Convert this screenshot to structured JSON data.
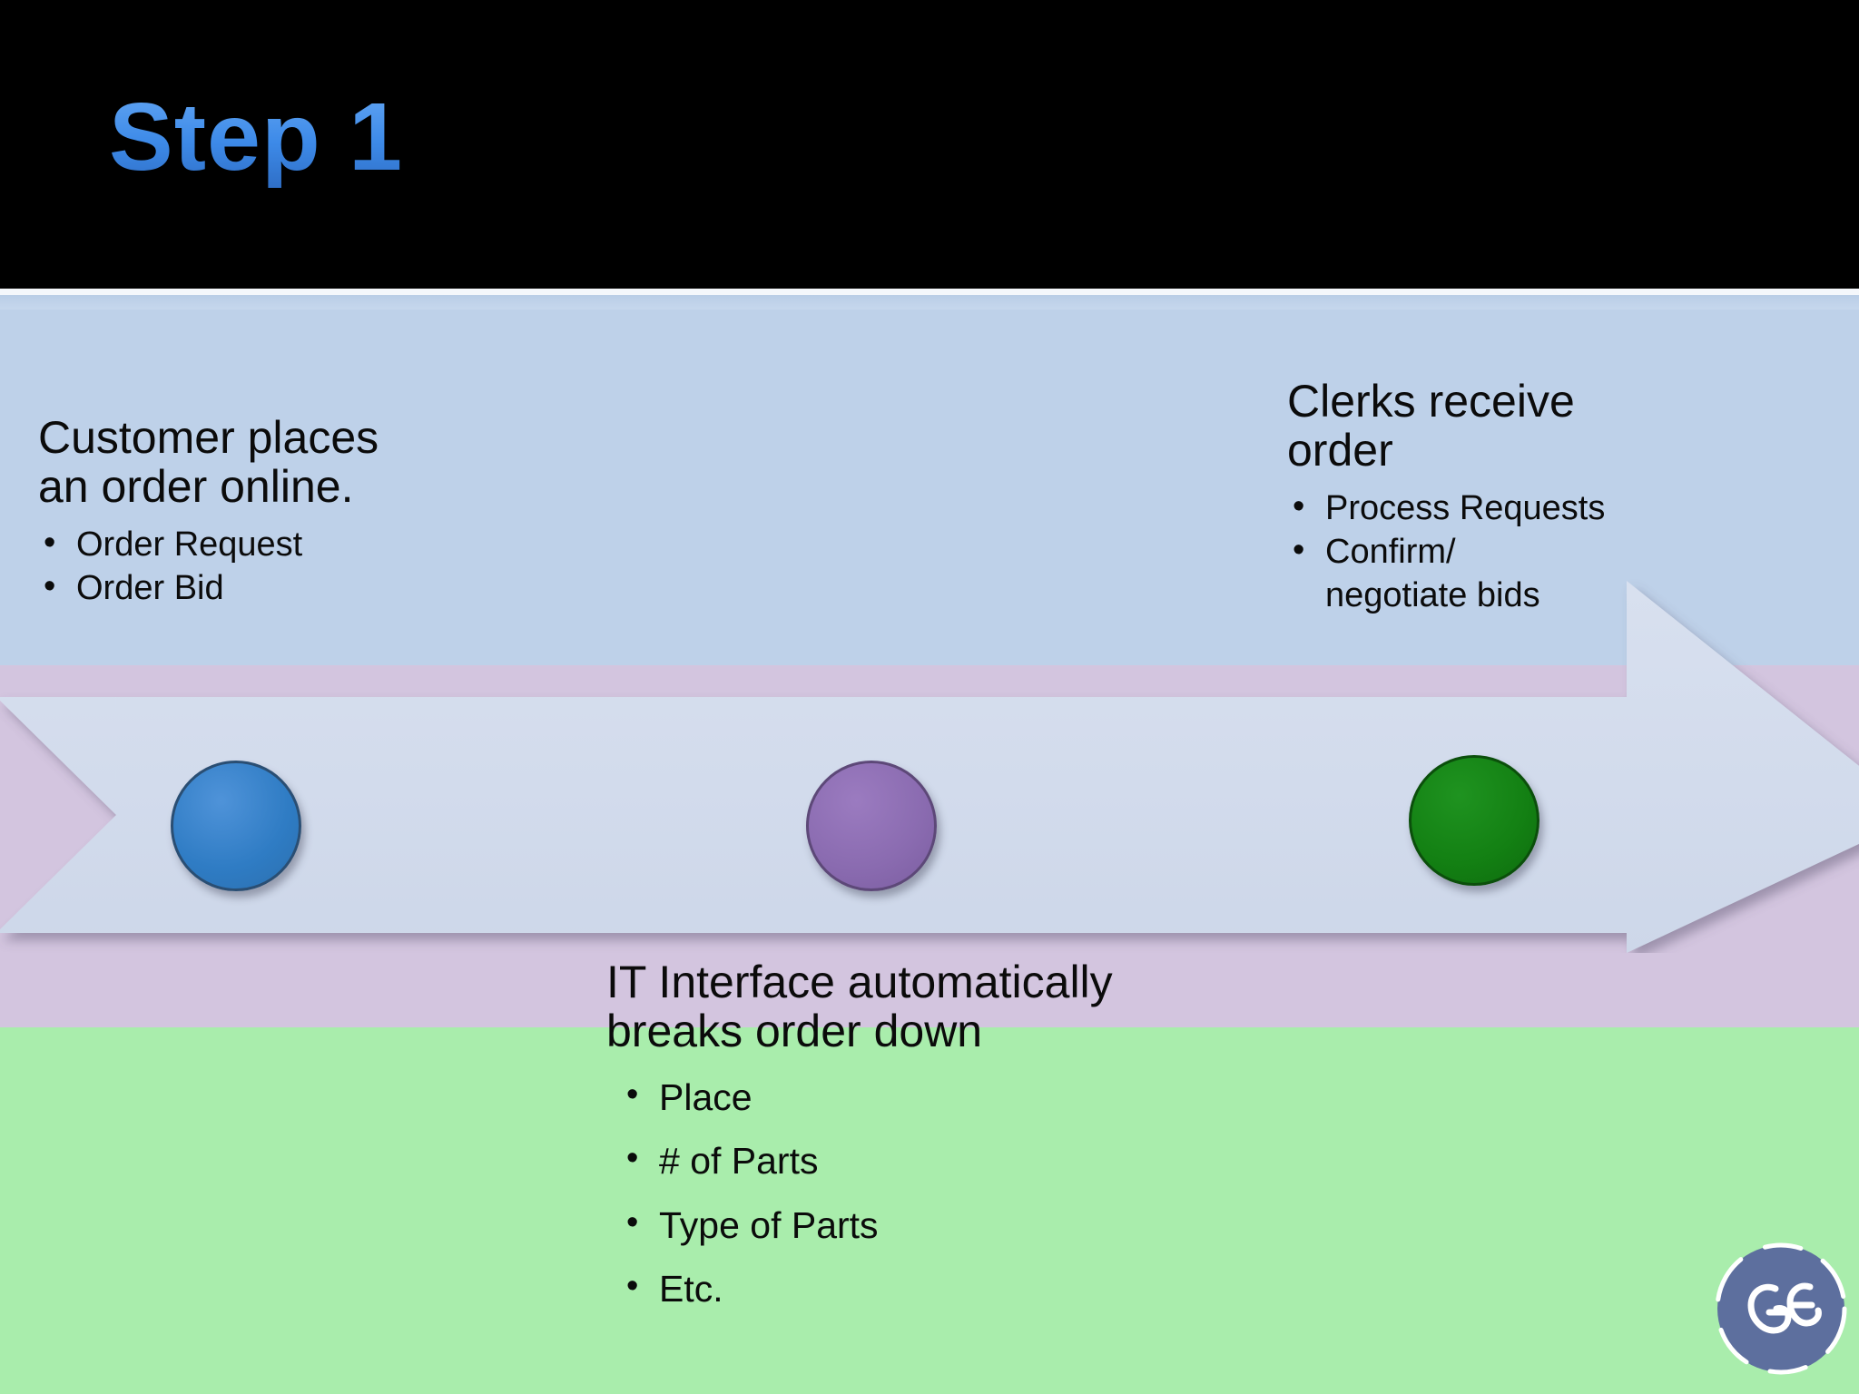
{
  "slide": {
    "title": "Step 1",
    "title_color": "#3d8ae8",
    "background_bands": [
      {
        "name": "title",
        "color": "#000000"
      },
      {
        "name": "upper",
        "color": "#bed1e9"
      },
      {
        "name": "middle",
        "color": "#d3c5df"
      },
      {
        "name": "lower",
        "color": "#a9edac"
      }
    ]
  },
  "arrow": {
    "name": "process-arrow",
    "fill": "#d4dced",
    "direction": "right"
  },
  "stages": [
    {
      "name": "stage-1",
      "color": "#2f7cc4",
      "label": "blue-stage-dot"
    },
    {
      "name": "stage-2",
      "color": "#8a6bb0",
      "label": "purple-stage-dot"
    },
    {
      "name": "stage-3",
      "color": "#138013",
      "label": "green-stage-dot"
    }
  ],
  "blocks": {
    "left": {
      "heading": "Customer places\nan order online.",
      "bullets": [
        "Order Request",
        "Order Bid"
      ]
    },
    "right": {
      "heading": "Clerks receive\norder",
      "bullets": [
        "Process Requests",
        "Confirm/\nnegotiate bids"
      ]
    },
    "center": {
      "heading": "IT Interface automatically\nbreaks order down",
      "bullets": [
        "Place",
        "# of Parts",
        "Type of Parts",
        "Etc."
      ]
    }
  },
  "logo": {
    "name": "ge-logo",
    "text": "GE",
    "circle_color": "#5d6f9e",
    "mark_color": "#ffffff"
  }
}
